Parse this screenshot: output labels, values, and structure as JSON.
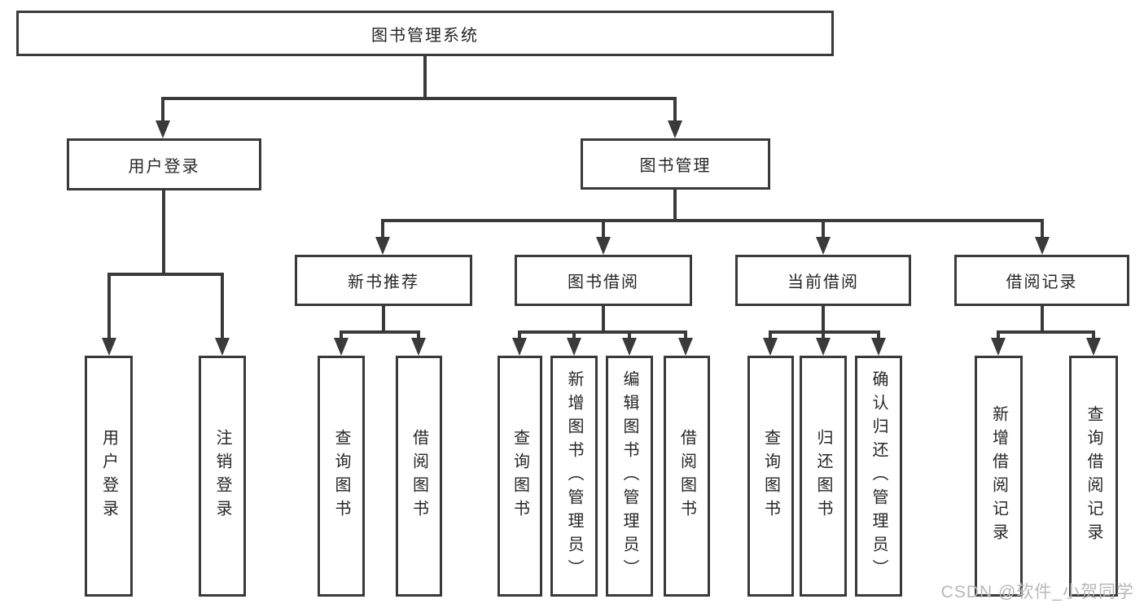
{
  "diagram": {
    "title": "图书管理系统",
    "level2": {
      "user_login": "用户登录",
      "book_management": "图书管理"
    },
    "level3": {
      "new_book": "新书推荐",
      "book_borrow": "图书借阅",
      "current_borrow": "当前借阅",
      "borrow_record": "借阅记录"
    },
    "leaves": {
      "user_login": [
        "用户登录",
        "注销登录"
      ],
      "new_book": [
        "查询图书",
        "借阅图书"
      ],
      "book_borrow": [
        "查询图书",
        "新增图书（管理员）",
        "编辑图书（管理员）",
        "借阅图书"
      ],
      "current_borrow": [
        "查询图书",
        "归还图书",
        "确认归还（管理员）"
      ],
      "borrow_record": [
        "新增借阅记录",
        "查询借阅记录"
      ]
    },
    "colors": {
      "line": "#3a3a3a",
      "text": "#262626",
      "background": "#ffffff",
      "watermark": "#b8b8b8"
    }
  },
  "watermark": "CSDN @软件_小贺同学"
}
